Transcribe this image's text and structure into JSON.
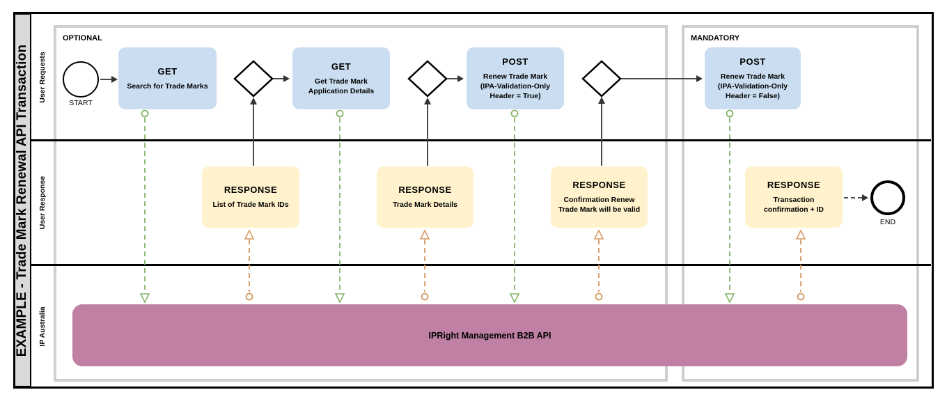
{
  "title": "EXAMPLE - Trade Mark Renewal API Transaction",
  "lanes": [
    {
      "label": "User Requests"
    },
    {
      "label": "User Response"
    },
    {
      "label": "IP Australia"
    }
  ],
  "groups": [
    {
      "label": "OPTIONAL"
    },
    {
      "label": "MANDATORY"
    }
  ],
  "events": {
    "start_label": "START",
    "end_label": "END"
  },
  "requests": [
    {
      "method": "GET",
      "description": "Search for Trade Marks"
    },
    {
      "method": "GET",
      "description": "Get Trade Mark\nApplication Details"
    },
    {
      "method": "POST",
      "description": "Renew Trade Mark\n(IPA-Validation-Only\nHeader = True)"
    },
    {
      "method": "POST",
      "description": "Renew Trade Mark\n(IPA-Validation-Only\nHeader = False)"
    }
  ],
  "responses": [
    {
      "label": "RESPONSE",
      "description": "List of Trade Mark IDs"
    },
    {
      "label": "RESPONSE",
      "description": "Trade Mark Details"
    },
    {
      "label": "RESPONSE",
      "description": "Confirmation Renew\nTrade Mark will be valid"
    },
    {
      "label": "RESPONSE",
      "description": "Transaction\nconfirmation + ID"
    }
  ],
  "backend": {
    "label": "IPRight Management B2B API"
  },
  "colors": {
    "request_box": "#CBDEF1",
    "response_box": "#FFF2CC",
    "backend_box": "#BF80A3",
    "request_connector_green": "#85B36B",
    "response_connector_orange": "#D49A5F",
    "group_border": "#CFCFCF",
    "title_bar": "#D9D9D9"
  }
}
